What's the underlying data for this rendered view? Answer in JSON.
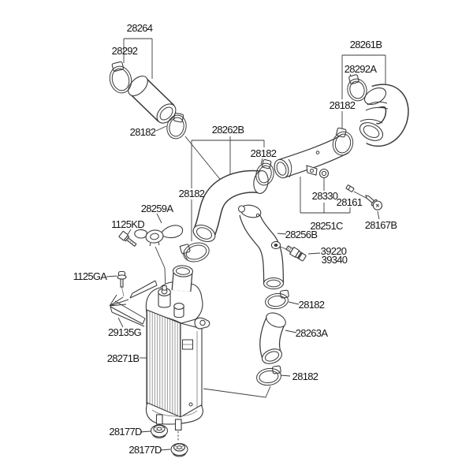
{
  "page": {
    "background": "#ffffff",
    "line_color": "#3a3a3a",
    "text_color": "#141414"
  },
  "diagram": {
    "type": "exploded-parts-diagram",
    "labels": [
      {
        "id": "28264",
        "text": "28264"
      },
      {
        "id": "28292",
        "text": "28292"
      },
      {
        "id": "28182-a",
        "text": "28182"
      },
      {
        "id": "28262B",
        "text": "28262B"
      },
      {
        "id": "28182-b",
        "text": "28182"
      },
      {
        "id": "28261B",
        "text": "28261B"
      },
      {
        "id": "28292A",
        "text": "28292A"
      },
      {
        "id": "28182-c",
        "text": "28182"
      },
      {
        "id": "28182-d",
        "text": "28182"
      },
      {
        "id": "28259A",
        "text": "28259A"
      },
      {
        "id": "1125KD",
        "text": "1125KD"
      },
      {
        "id": "28330",
        "text": "28330"
      },
      {
        "id": "28161",
        "text": "28161"
      },
      {
        "id": "28251C",
        "text": "28251C"
      },
      {
        "id": "28167B",
        "text": "28167B"
      },
      {
        "id": "28256B",
        "text": "28256B"
      },
      {
        "id": "39220",
        "text": "39220"
      },
      {
        "id": "39340",
        "text": "39340"
      },
      {
        "id": "1125GA",
        "text": "1125GA"
      },
      {
        "id": "29135G",
        "text": "29135G"
      },
      {
        "id": "28271B",
        "text": "28271B"
      },
      {
        "id": "28182-e",
        "text": "28182"
      },
      {
        "id": "28263A",
        "text": "28263A"
      },
      {
        "id": "28182-f",
        "text": "28182"
      },
      {
        "id": "28177D-a",
        "text": "28177D"
      },
      {
        "id": "28177D-b",
        "text": "28177D"
      }
    ]
  }
}
